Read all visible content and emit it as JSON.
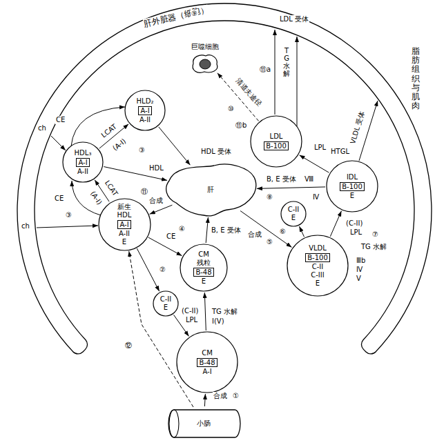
{
  "diagram": {
    "nodes": [
      {
        "text": [
          "肝外脏器（细胞）",
          "脂肪组织与肌肉"
        ]
      },
      {
        "text": [
          "HLD₂",
          "A-I",
          "A-II"
        ]
      },
      {
        "text": [
          "巨噬细胞"
        ]
      },
      {
        "text": [
          "LDL",
          "B-100"
        ]
      },
      {
        "text": [
          "HDL₃",
          "A-I",
          "A-II"
        ]
      },
      {
        "text": [
          "IDL",
          "B-100",
          "E"
        ]
      },
      {
        "text": [
          "肝"
        ]
      },
      {
        "text": [
          "C-II",
          "E"
        ]
      },
      {
        "text": [
          "新生 HDL",
          "A-I",
          "A-II",
          "E"
        ]
      },
      {
        "text": [
          "VLDL",
          "B-100",
          "C-II",
          "C-III",
          "E"
        ]
      },
      {
        "text": [
          "CM 残粒",
          "B-48",
          "E"
        ]
      },
      {
        "text": [
          "C-II",
          "E"
        ]
      },
      {
        "text": [
          "CM",
          "B-48",
          "A-I"
        ]
      },
      {
        "text": [
          "小肠"
        ]
      }
    ],
    "edges": [
      {
        "from": 13,
        "to": 12,
        "arrow": "to"
      },
      {
        "from": 13,
        "to": 8,
        "arrow": "to"
      },
      {
        "from": 12,
        "to": 10,
        "arrow": "to"
      },
      {
        "from": 10,
        "to": 6,
        "arrow": "to"
      },
      {
        "from": 6,
        "to": 8,
        "arrow": "to"
      },
      {
        "from": 8,
        "to": 11,
        "arrow": "to"
      },
      {
        "from": 11,
        "to": 12,
        "arrow": "to"
      },
      {
        "from": 8,
        "to": 4,
        "arrow": "to"
      },
      {
        "from": 4,
        "to": 1,
        "arrow": "to"
      },
      {
        "from": 1,
        "to": 6,
        "arrow": "to"
      },
      {
        "from": 4,
        "to": 6,
        "arrow": "to"
      },
      {
        "from": 8,
        "to": 10,
        "arrow": "to"
      },
      {
        "from": 6,
        "to": 9,
        "arrow": "to"
      },
      {
        "from": 9,
        "to": 7,
        "arrow": "to"
      },
      {
        "from": 9,
        "to": 5,
        "arrow": "to"
      },
      {
        "from": 5,
        "to": 6,
        "arrow": "to"
      },
      {
        "from": 5,
        "to": 3,
        "arrow": "to"
      },
      {
        "from": 3,
        "to": 2,
        "arrow": "to"
      }
    ],
    "labels": [
      "LDL 受体",
      "⑨",
      "TG水解",
      "⑪a",
      "清道夫途径",
      "⑩",
      "⑪b",
      "VLDL 受体",
      "LPL",
      "HTGL",
      "HDL 受体",
      "B, E 受体",
      "Ⅷ",
      "⑧",
      "Ⅳ",
      "ch",
      "CE",
      "LCAT",
      "(A-I)",
      "③",
      "HDL",
      "⑪",
      "合成",
      "LCAT",
      "(A-I)",
      "③",
      "ch",
      "CE",
      "CE",
      "④",
      "B, E 受体",
      "合成",
      "⑤",
      "⑥",
      "(C-II)",
      "LPL",
      "⑦",
      "TG 水解",
      "Ⅲb",
      "Ⅳ",
      "Ⅴ",
      "②",
      "(C-II)",
      "LPL",
      "TG 水解",
      "Ⅰ(Ⅴ)",
      "⑫",
      "合成",
      "①"
    ]
  }
}
